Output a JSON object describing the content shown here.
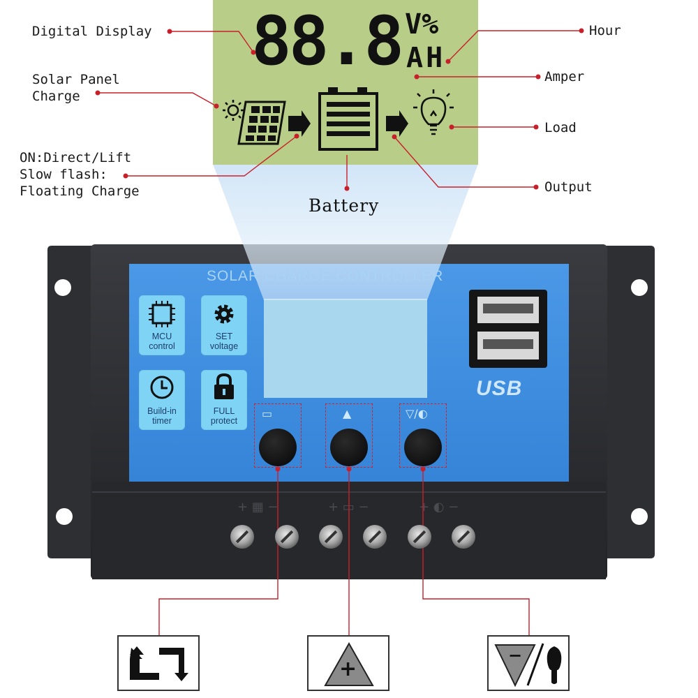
{
  "lcd": {
    "digits": "88.8",
    "units_top": "V%",
    "units_bottom": "AH"
  },
  "callouts": {
    "digital_display": "Digital Display",
    "solar_panel_charge": "Solar Panel\nCharge",
    "on_direct": "ON:Direct/Lift\nSlow flash:\nFloating Charge",
    "hour": "Hour",
    "amper": "Amper",
    "load": "Load",
    "output": "Output",
    "battery": "Battery"
  },
  "device": {
    "panel_title": "SOLAR CHARGE CONTROLLER",
    "usb_label": "USB",
    "features": [
      {
        "label": "MCU\ncontrol",
        "icon": "chip-icon"
      },
      {
        "label": "SET\nvoltage",
        "icon": "gear-icon"
      },
      {
        "label": "Build-in\ntimer",
        "icon": "clock-icon"
      },
      {
        "label": "FULL\nprotect",
        "icon": "lock-icon"
      }
    ],
    "buttons": [
      {
        "glyph": "▭",
        "icon": "menu-switch-icon"
      },
      {
        "glyph": "▲",
        "icon": "plus-up-icon"
      },
      {
        "glyph": "▽/◐",
        "icon": "minus-load-icon"
      }
    ]
  },
  "legend": {
    "cycle_icon": "cycle-arrows-icon",
    "plus_text": "+",
    "minus_text": "−",
    "plus_icon": "plus-triangle-icon",
    "minus_icon": "minus-triangle-lamp-icon"
  },
  "colors": {
    "panel_blue": "#3f8ee0",
    "lcd_green": "#b9cf8a",
    "leader_red": "#c8202a",
    "housing": "#2b2c30"
  }
}
